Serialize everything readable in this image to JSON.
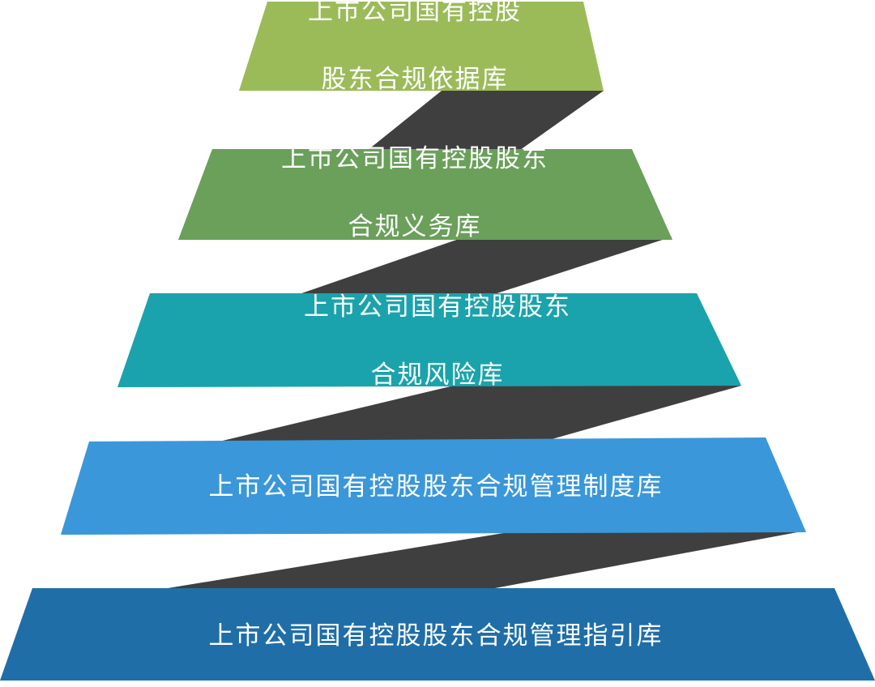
{
  "tiers": [
    {
      "lines": [
        "上市公司国有控股",
        "股东合规依据库"
      ],
      "color": "#9bbb59"
    },
    {
      "lines": [
        "上市公司国有控股股东",
        "合规义务库"
      ],
      "color": "#6aa05a"
    },
    {
      "lines": [
        "上市公司国有控股股东",
        "合规风险库"
      ],
      "color": "#1aa3ac"
    },
    {
      "lines": [
        "上市公司国有控股股东合规管理制度库"
      ],
      "color": "#3a97d9"
    },
    {
      "lines": [
        "上市公司国有控股股东合规管理指引库"
      ],
      "color": "#1f6ea8"
    }
  ],
  "connector_color": "#3f3f3f"
}
